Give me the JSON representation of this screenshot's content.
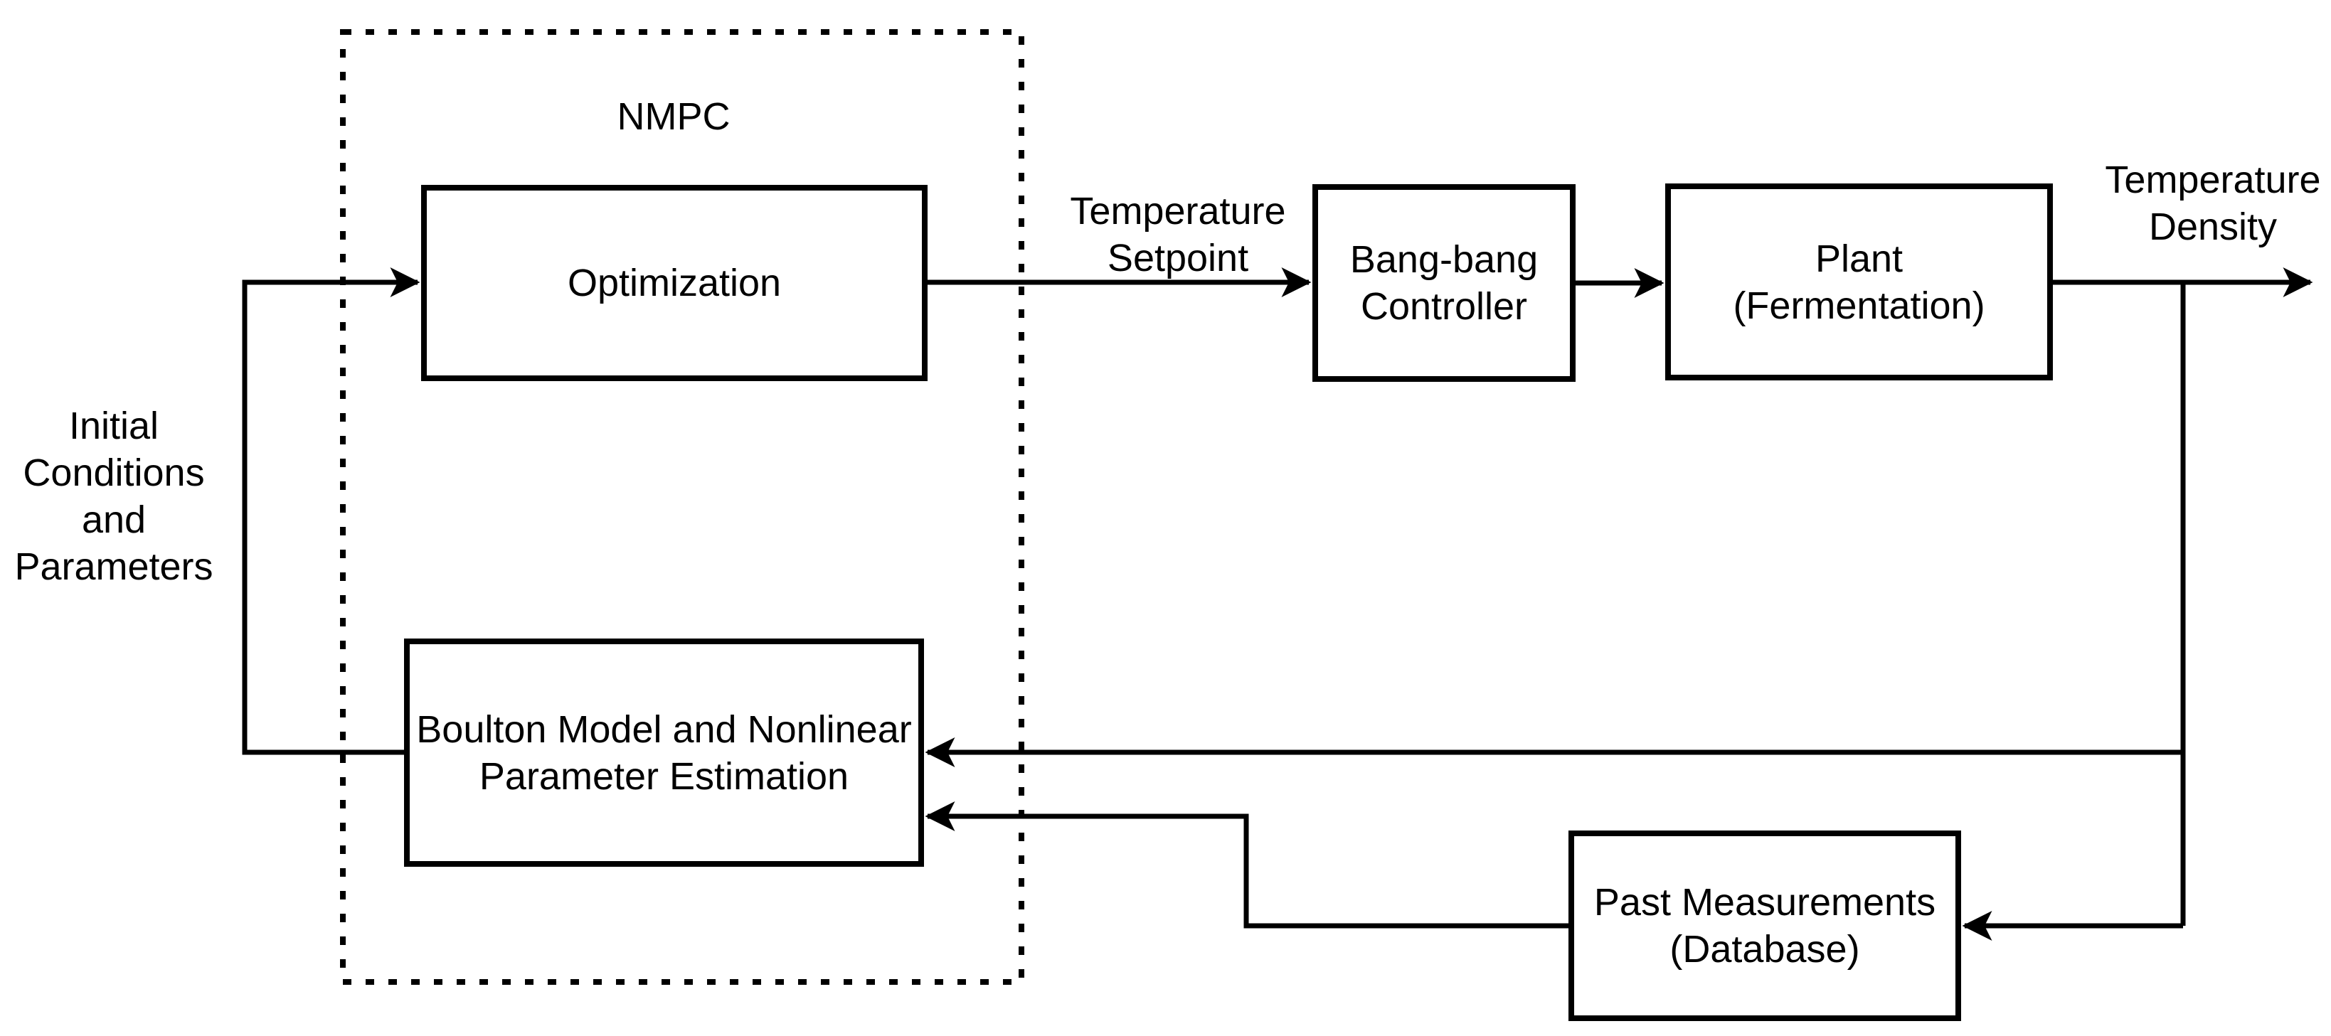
{
  "diagram": {
    "controller_group_label": "NMPC",
    "blocks": {
      "optimization": {
        "label": "Optimization"
      },
      "bang_bang": {
        "line1": "Bang-bang",
        "line2": "Controller"
      },
      "plant": {
        "line1": "Plant",
        "line2": "(Fermentation)"
      },
      "boulton": {
        "line1": "Boulton Model and Nonlinear",
        "line2": "Parameter Estimation"
      },
      "past_measurements": {
        "line1": "Past Measurements",
        "line2": "(Database)"
      }
    },
    "signal_labels": {
      "temperature_setpoint": {
        "line1": "Temperature",
        "line2": "Setpoint"
      },
      "temperature_density": {
        "line1": "Temperature",
        "line2": "Density"
      },
      "initial_conditions": {
        "line1": "Initial",
        "line2": "Conditions",
        "line3": "and",
        "line4": "Parameters"
      }
    },
    "colors": {
      "line": "#000000",
      "background": "#ffffff"
    }
  }
}
